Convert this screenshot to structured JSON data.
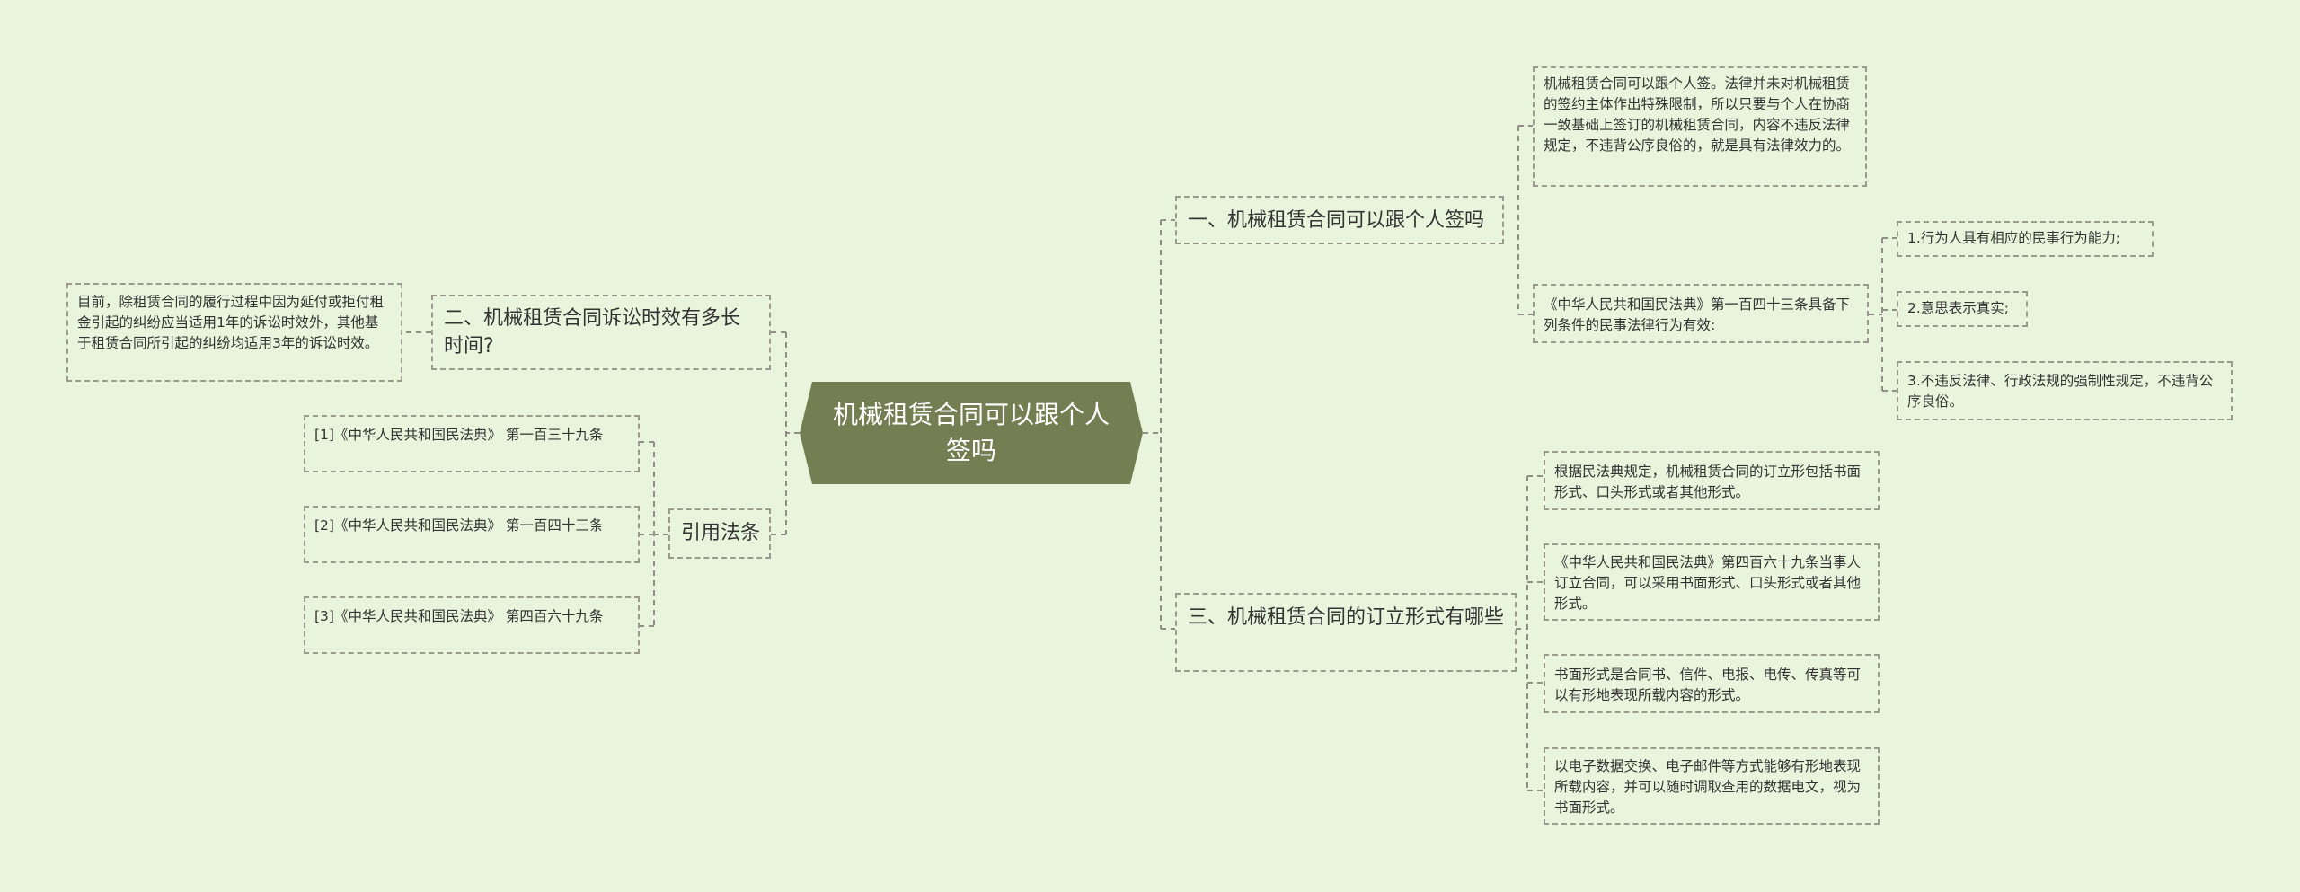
{
  "root": {
    "title": "机械租赁合同可以跟个人签吗"
  },
  "branch1": {
    "title": "一、机械租赁合同可以跟个人签吗",
    "answer": "机械租赁合同可以跟个人签。法律并未对机械租赁的签约主体作出特殊限制，所以只要与个人在协商一致基础上签订的机械租赁合同，内容不违反法律规定，不违背公序良俗的，就是具有法律效力的。",
    "law": "《中华人民共和国民法典》第一百四十三条具备下列条件的民事法律行为有效:",
    "conditions": [
      "1.行为人具有相应的民事行为能力;",
      "2.意思表示真实;",
      "3.不违反法律、行政法规的强制性规定，不违背公序良俗。"
    ]
  },
  "branch2": {
    "title": "二、机械租赁合同诉讼时效有多长时间?",
    "detail": "目前，除租赁合同的履行过程中因为延付或拒付租金引起的纠纷应当适用1年的诉讼时效外，其他基于租赁合同所引起的纠纷均适用3年的诉讼时效。"
  },
  "branch3": {
    "title": "三、机械租赁合同的订立形式有哪些",
    "items": [
      "根据民法典规定，机械租赁合同的订立形包括书面形式、口头形式或者其他形式。",
      "《中华人民共和国民法典》第四百六十九条当事人订立合同，可以采用书面形式、口头形式或者其他形式。",
      "书面形式是合同书、信件、电报、电传、传真等可以有形地表现所载内容的形式。",
      "以电子数据交换、电子邮件等方式能够有形地表现所载内容，并可以随时调取查用的数据电文，视为书面形式。"
    ]
  },
  "branch4": {
    "title": "引用法条",
    "items": [
      "[1]《中华人民共和国民法典》 第一百三十九条",
      "[2]《中华人民共和国民法典》 第一百四十三条",
      "[3]《中华人民共和国民法典》 第四百六十九条"
    ]
  },
  "colors": {
    "background": "#e8f5dc",
    "root_fill": "#737f52",
    "root_text": "#ffffff",
    "border": "#9a9a8e",
    "text": "#333333"
  }
}
